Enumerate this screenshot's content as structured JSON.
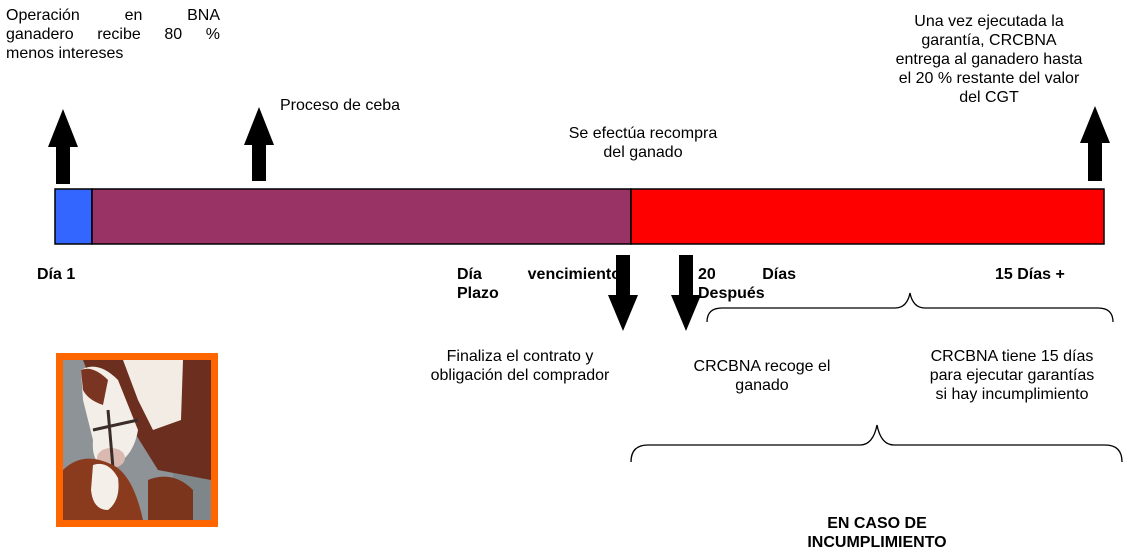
{
  "top_notes": {
    "operacion_line1": "Operación en BNA",
    "operacion_line2": "ganadero recibe 80 %",
    "operacion_line3": "menos intereses",
    "ceba": "Proceso de ceba",
    "recompra_line1": "Se efectúa recompra",
    "recompra_line2": "del ganado",
    "garantia_line1": "Una vez ejecutada la",
    "garantia_line2": "garantía, CRCBNA",
    "garantia_line3": "entrega al ganadero hasta",
    "garantia_line4": "el 20 % restante del valor",
    "garantia_line5": "del CGT"
  },
  "timeline_labels": {
    "dia1": "Día 1",
    "vencimiento_line1": "Día vencimiento",
    "vencimiento_line2": "Plazo",
    "veinte_line1": "20 Días",
    "veinte_line2": "Después",
    "quince": "15 Días +"
  },
  "bottom_notes": {
    "finaliza_line1": "Finaliza el contrato y",
    "finaliza_line2": "obligación del comprador",
    "recoge_line1": "CRCBNA recoge el",
    "recoge_line2": "ganado",
    "tiene_line1": "CRCBNA tiene 15 días",
    "tiene_line2": "para ejecutar garantías",
    "tiene_line3": "si hay incumplimiento",
    "incumplimiento_line1": "EN CASO DE",
    "incumplimiento_line2": "INCUMPLIMIENTO"
  },
  "colors": {
    "segment_day1": "#3366ff",
    "segment_plazo": "#993366",
    "segment_incumplimiento": "#ff0000",
    "photo_frame": "#ff6600"
  }
}
